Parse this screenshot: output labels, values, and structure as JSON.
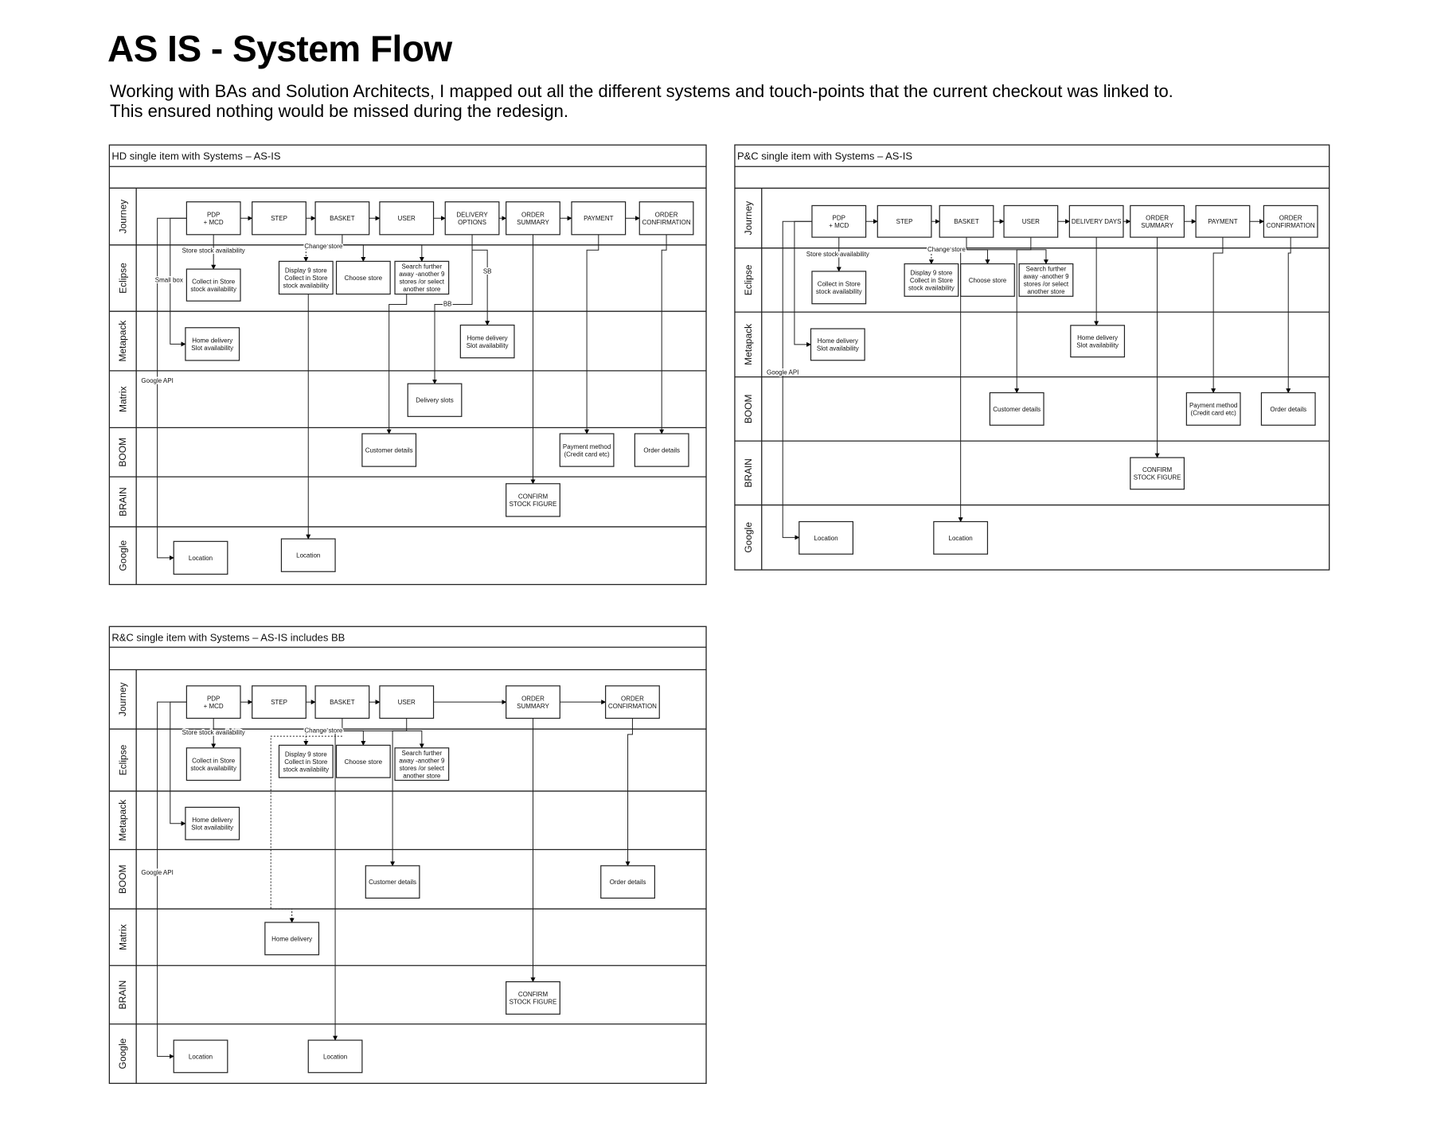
{
  "header": {
    "title": "AS IS - System Flow",
    "description": [
      "Working with BAs and Solution Architects, I mapped out all the different systems and touch-points that the current checkout was linked to.",
      "This ensured nothing would be missed during the redesign."
    ]
  },
  "diagrams": [
    {
      "title": "HD single item with Systems – AS-IS",
      "lanes": [
        "Journey",
        "Eclipse",
        "Metapack",
        "Matrix",
        "BOOM",
        "BRAIN",
        "Google"
      ],
      "boxes": {
        "pdp": [
          "PDP",
          "+ MCD"
        ],
        "step": [
          "STEP"
        ],
        "basket": [
          "BASKET"
        ],
        "user": [
          "USER"
        ],
        "delivery": [
          "DELIVERY",
          "OPTIONS"
        ],
        "order_summary": [
          "ORDER",
          "SUMMARY"
        ],
        "payment": [
          "PAYMENT"
        ],
        "order_confirmation": [
          "ORDER",
          "CONFIRMATION"
        ],
        "collect": [
          "Collect in Store",
          "stock availability"
        ],
        "display9": [
          "Display 9 store",
          "Collect in Store",
          "stock availability"
        ],
        "choose": [
          "Choose store"
        ],
        "search": [
          "Search further",
          "away -another 9",
          "stores /or select",
          "another store"
        ],
        "home1": [
          "Home delivery",
          "Slot availability"
        ],
        "home2": [
          "Home delivery",
          "Slot availability"
        ],
        "slots": [
          "Delivery slots"
        ],
        "customer": [
          "Customer details"
        ],
        "paymethod": [
          "Payment method",
          "(Credit card etc)"
        ],
        "orderdetails": [
          "Order details"
        ],
        "confirm": [
          "CONFIRM",
          "STOCK FIGURE"
        ],
        "loc1": [
          "Location"
        ],
        "loc2": [
          "Location"
        ]
      },
      "labels": {
        "store_stock": "Store stock availability",
        "change_store": "Change store",
        "small_box": "Small box",
        "google_api": "Google API",
        "sb": "SB",
        "bb": "BB"
      }
    },
    {
      "title": "P&C single item with Systems – AS-IS",
      "lanes": [
        "Journey",
        "Eclipse",
        "Metapack",
        "BOOM",
        "BRAIN",
        "Google"
      ],
      "boxes": {
        "pdp": [
          "PDP",
          "+ MCD"
        ],
        "step": [
          "STEP"
        ],
        "basket": [
          "BASKET"
        ],
        "user": [
          "USER"
        ],
        "delivery": [
          "DELIVERY DAYS"
        ],
        "order_summary": [
          "ORDER",
          "SUMMARY"
        ],
        "payment": [
          "PAYMENT"
        ],
        "order_confirmation": [
          "ORDER",
          "CONFIRMATION"
        ],
        "collect": [
          "Collect in Store",
          "stock availability"
        ],
        "display9": [
          "Display 9 store",
          "Collect in Store",
          "stock availability"
        ],
        "choose": [
          "Choose store"
        ],
        "search": [
          "Search further",
          "away -another 9",
          "stores /or select",
          "another store"
        ],
        "home1": [
          "Home delivery",
          "Slot availability"
        ],
        "home2": [
          "Home delivery",
          "Slot availability"
        ],
        "customer": [
          "Customer details"
        ],
        "paymethod": [
          "Payment method",
          "(Credit card etc)"
        ],
        "orderdetails": [
          "Order details"
        ],
        "confirm": [
          "CONFIRM",
          "STOCK FIGURE"
        ],
        "loc1": [
          "Location"
        ],
        "loc2": [
          "Location"
        ]
      },
      "labels": {
        "store_stock": "Store stock availability",
        "change_store": "Change store",
        "google_api": "Google API"
      }
    },
    {
      "title": "R&C single item with Systems – AS-IS includes BB",
      "lanes": [
        "Journey",
        "Eclipse",
        "Metapack",
        "BOOM",
        "Matrix",
        "BRAIN",
        "Google"
      ],
      "boxes": {
        "pdp": [
          "PDP",
          "+ MCD"
        ],
        "step": [
          "STEP"
        ],
        "basket": [
          "BASKET"
        ],
        "user": [
          "USER"
        ],
        "order_summary": [
          "ORDER",
          "SUMMARY"
        ],
        "order_confirmation": [
          "ORDER",
          "CONFIRMATION"
        ],
        "collect": [
          "Collect in Store",
          "stock availability"
        ],
        "display9": [
          "Display 9 store",
          "Collect in Store",
          "stock availability"
        ],
        "choose": [
          "Choose store"
        ],
        "search": [
          "Search further",
          "away -another 9",
          "stores /or select",
          "another store"
        ],
        "home1": [
          "Home delivery",
          "Slot availability"
        ],
        "customer": [
          "Customer details"
        ],
        "orderdetails": [
          "Order details"
        ],
        "homedel": [
          "Home delivery"
        ],
        "confirm": [
          "CONFIRM",
          "STOCK FIGURE"
        ],
        "loc1": [
          "Location"
        ],
        "loc2": [
          "Location"
        ]
      },
      "labels": {
        "store_stock": "Store stock availability",
        "change_store": "Change store",
        "google_api": "Google API"
      }
    }
  ]
}
